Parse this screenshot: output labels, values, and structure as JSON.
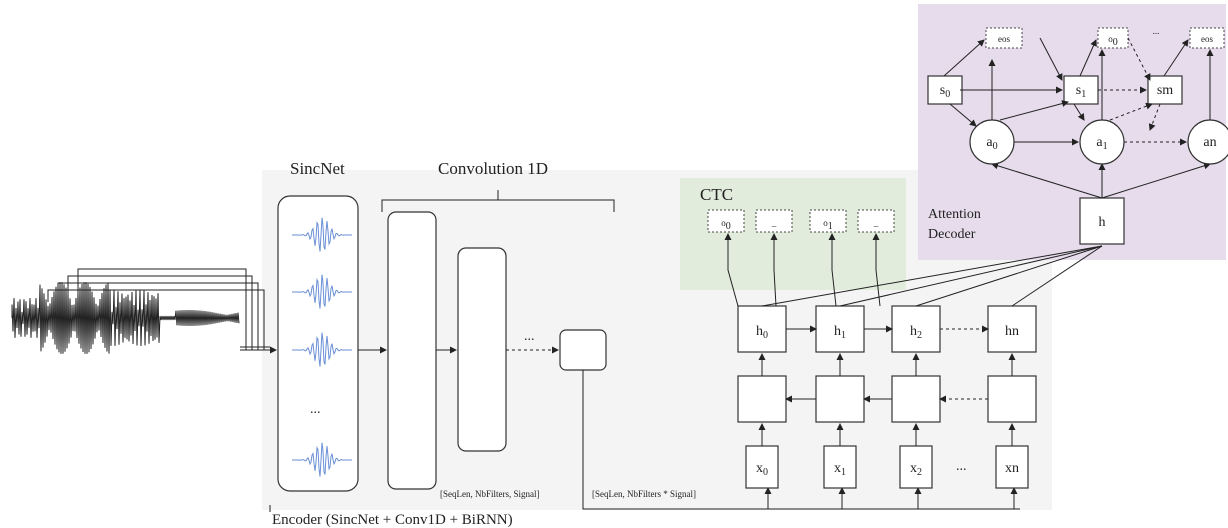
{
  "encoder": {
    "sincnet_label": "SincNet",
    "conv_label": "Convolution 1D",
    "dots_label": "...",
    "ellipsis_v": "...",
    "title": "Encoder (SincNet + Conv1D + BiRNN)",
    "dim_label_1": "[SeqLen, NbFilters, Signal]",
    "dim_label_2": "[SeqLen, NbFilters * Signal]"
  },
  "ctc": {
    "title": "CTC",
    "outputs": [
      "o0",
      "_",
      "o1",
      "_"
    ]
  },
  "birnn": {
    "hidden": [
      "h0",
      "h1",
      "h2",
      "hn"
    ],
    "inputs": [
      "x0",
      "x1",
      "x2",
      "xn"
    ],
    "ellipsis": "..."
  },
  "decoder": {
    "title_line1": "Attention",
    "title_line2": "Decoder",
    "h_label": "h",
    "states": [
      "s0",
      "s1",
      "sm"
    ],
    "attn": [
      "a0",
      "a1",
      "an"
    ],
    "outputs": [
      "eos",
      "o0",
      "...",
      "eos"
    ]
  },
  "colors": {
    "encoder_bg": "#f4f4f4",
    "ctc_bg": "#e2ecdc",
    "decoder_bg": "#e6dcec",
    "wave": "#6a8fd6"
  }
}
